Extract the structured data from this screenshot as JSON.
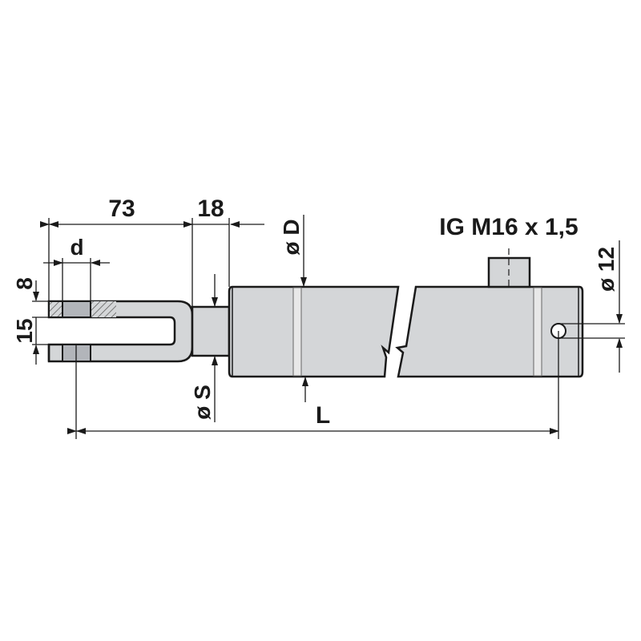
{
  "drawing": {
    "title": "Hydraulic cylinder rod with clevis end (technical drawing)",
    "colors": {
      "body_fill": "#d4d6d8",
      "pin_fill": "#b2b5ba",
      "line": "#1a1a1a",
      "background": "#ffffff"
    },
    "dimensions": {
      "clevis_length": "73",
      "neck_length": "18",
      "pin_diameter": "d",
      "clevis_slot_top": "8",
      "clevis_slot_width": "15",
      "rod_diameter": "ø S",
      "tube_diameter": "ø D",
      "port_thread": "IG M16 x 1,5",
      "eye_diameter": "ø 12",
      "overall_length": "L"
    }
  }
}
